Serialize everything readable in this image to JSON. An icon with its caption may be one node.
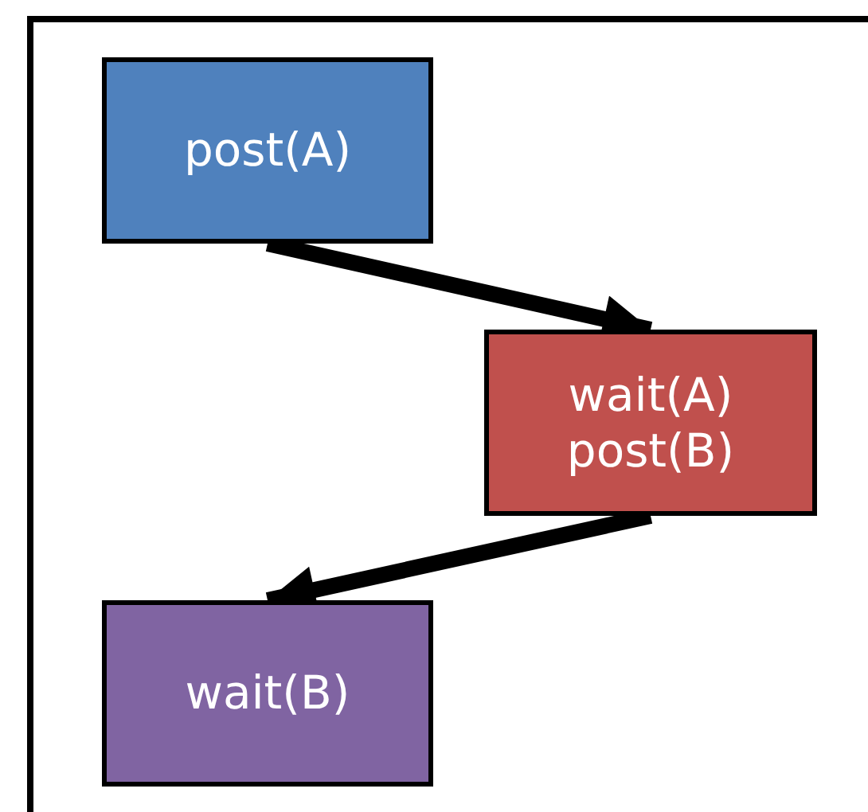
{
  "diagram": {
    "nodes": [
      {
        "text": [
          "post(A)"
        ]
      },
      {
        "text": [
          "wait(A)",
          "post(B)"
        ]
      },
      {
        "text": [
          "wait(B)"
        ]
      }
    ],
    "edges": [
      {
        "from": 0,
        "to": 1,
        "arrow": "to"
      },
      {
        "from": 1,
        "to": 2,
        "arrow": "to"
      }
    ]
  }
}
